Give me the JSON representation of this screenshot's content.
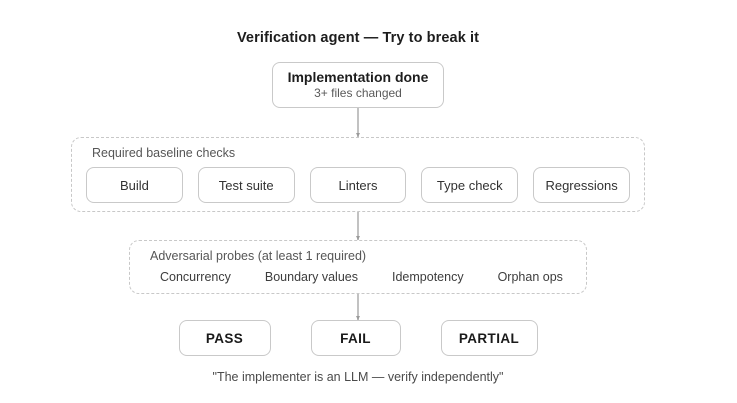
{
  "title": "Verification agent — Try to break it",
  "start_node": {
    "title": "Implementation done",
    "subtitle": "3+ files changed"
  },
  "baseline": {
    "label": "Required baseline checks",
    "checks": [
      "Build",
      "Test suite",
      "Linters",
      "Type check",
      "Regressions"
    ]
  },
  "probes": {
    "label": "Adversarial probes (at least 1 required)",
    "items": [
      "Concurrency",
      "Boundary values",
      "Idempotency",
      "Orphan ops"
    ]
  },
  "outcomes": [
    "PASS",
    "FAIL",
    "PARTIAL"
  ],
  "footer": "\"The implementer is an LLM — verify independently\"",
  "colors": {
    "text_dark": "#1d1d1d",
    "text_gray": "#565656",
    "box_border": "#c9c9c9",
    "dashed_border": "#c8c8c8",
    "connector": "#c2c2c2",
    "background": "#ffffff"
  }
}
